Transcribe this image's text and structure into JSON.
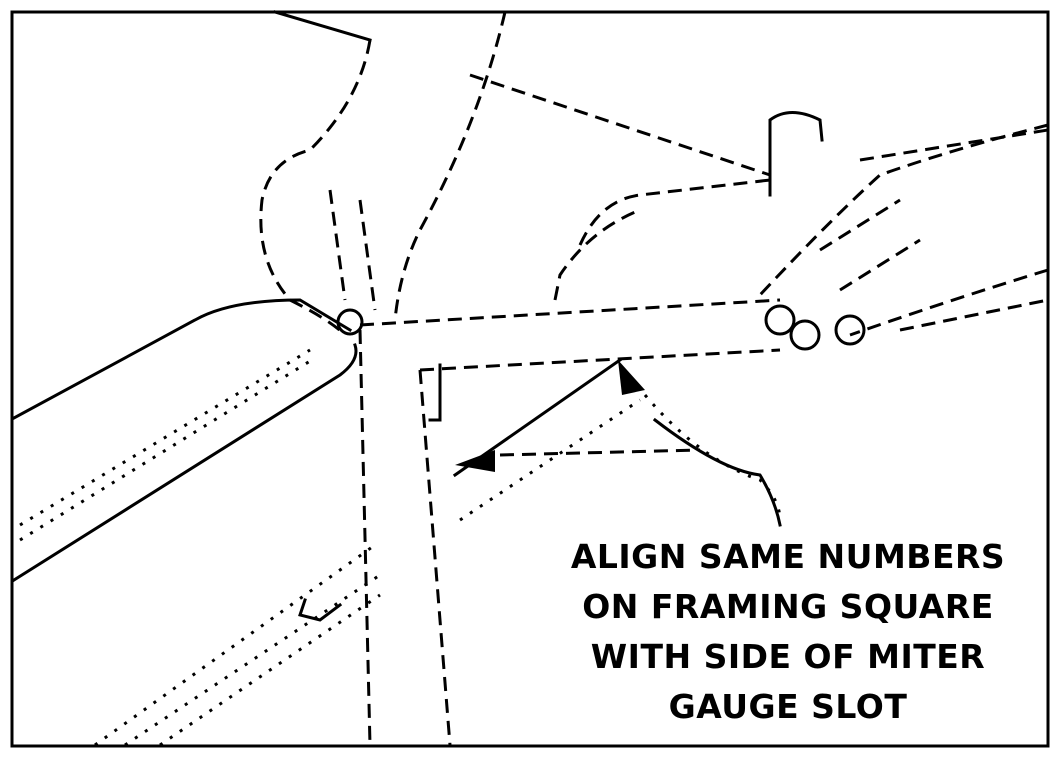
{
  "figure": {
    "type": "technical-illustration",
    "subject": "Framing square aligned with miter gauge slot on table saw",
    "caption_lines": [
      "ALIGN SAME NUMBERS",
      "ON FRAMING SQUARE",
      "WITH SIDE OF MITER",
      "GAUGE SLOT"
    ],
    "colors": {
      "ink": "#000000",
      "paper": "#ffffff"
    }
  }
}
